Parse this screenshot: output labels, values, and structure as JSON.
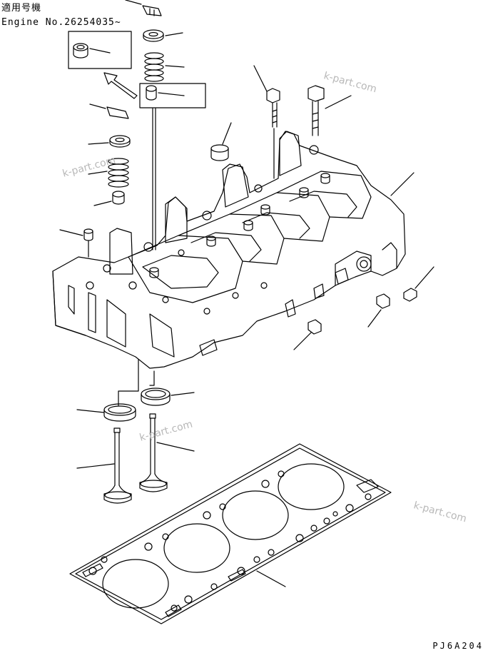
{
  "header": {
    "applicable_label": "適用号機",
    "engine_no": "Engine No.26254035~"
  },
  "watermarks": [
    "k-part.com",
    "k-part.com",
    "k-part.com",
    "k-part.com"
  ],
  "drawing_code": "PJ6A204"
}
